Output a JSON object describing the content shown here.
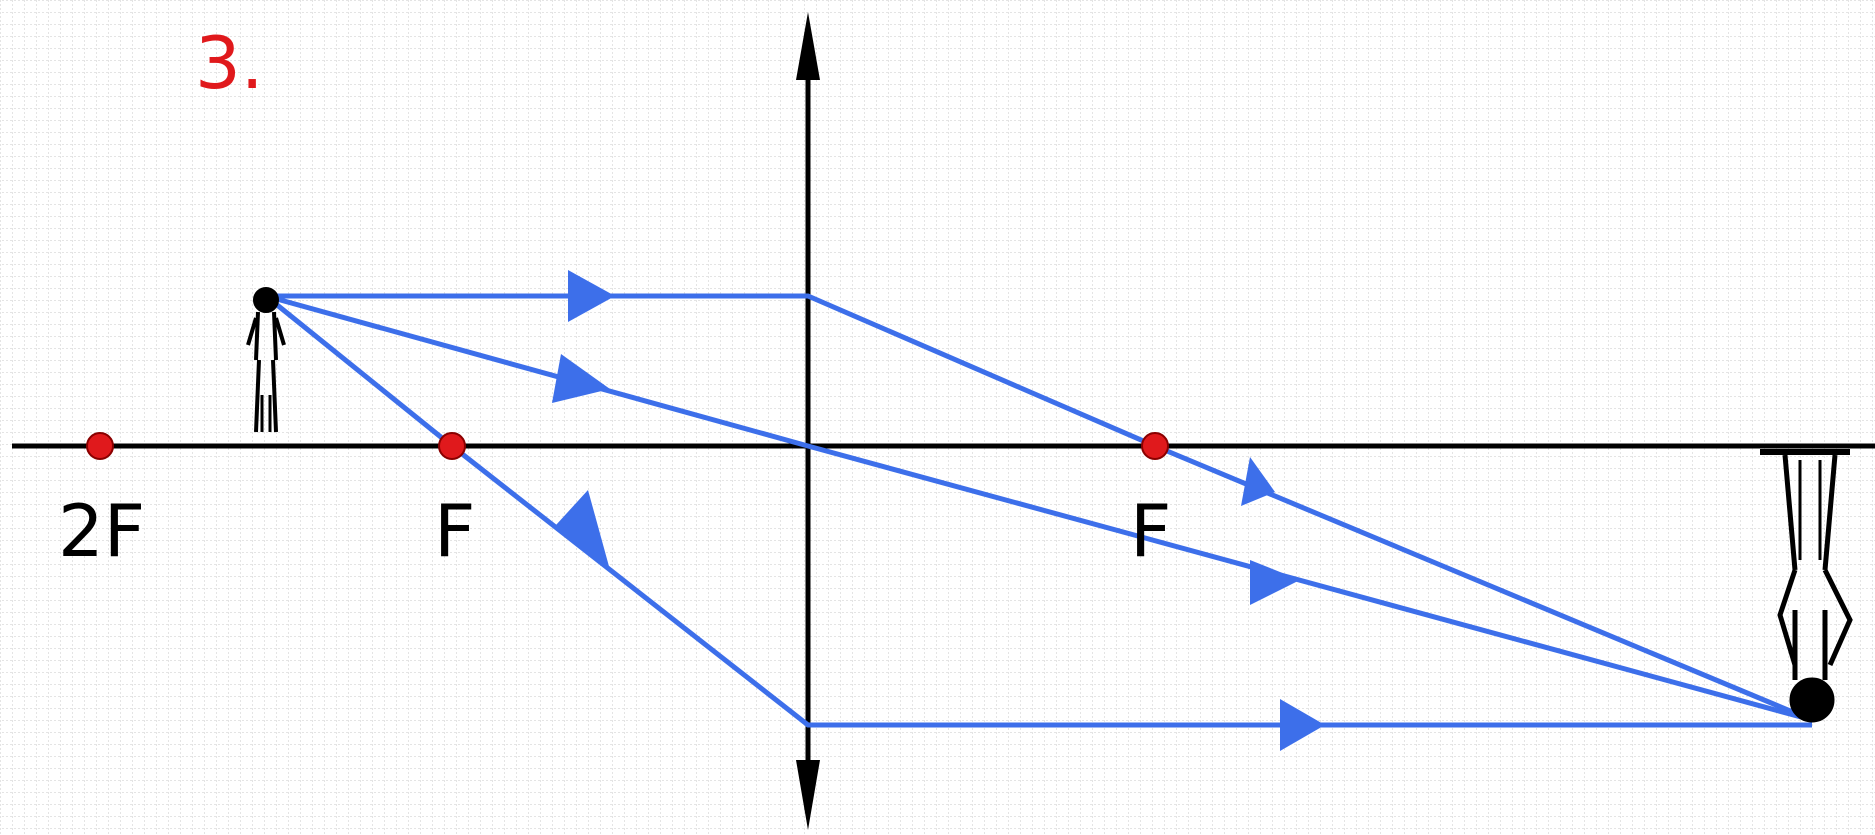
{
  "diagram": {
    "number_label": "3.",
    "focal_labels": [
      "2F",
      "F",
      "F"
    ],
    "colors": {
      "grid": "#c9c9c9",
      "axis": "#000000",
      "ray": "#3d6fea",
      "focal_point": "#e0191c",
      "number_label": "#e0191c"
    },
    "lens_type": "converging",
    "object": "upright-stick-figure",
    "image": "inverted-stick-figure"
  }
}
